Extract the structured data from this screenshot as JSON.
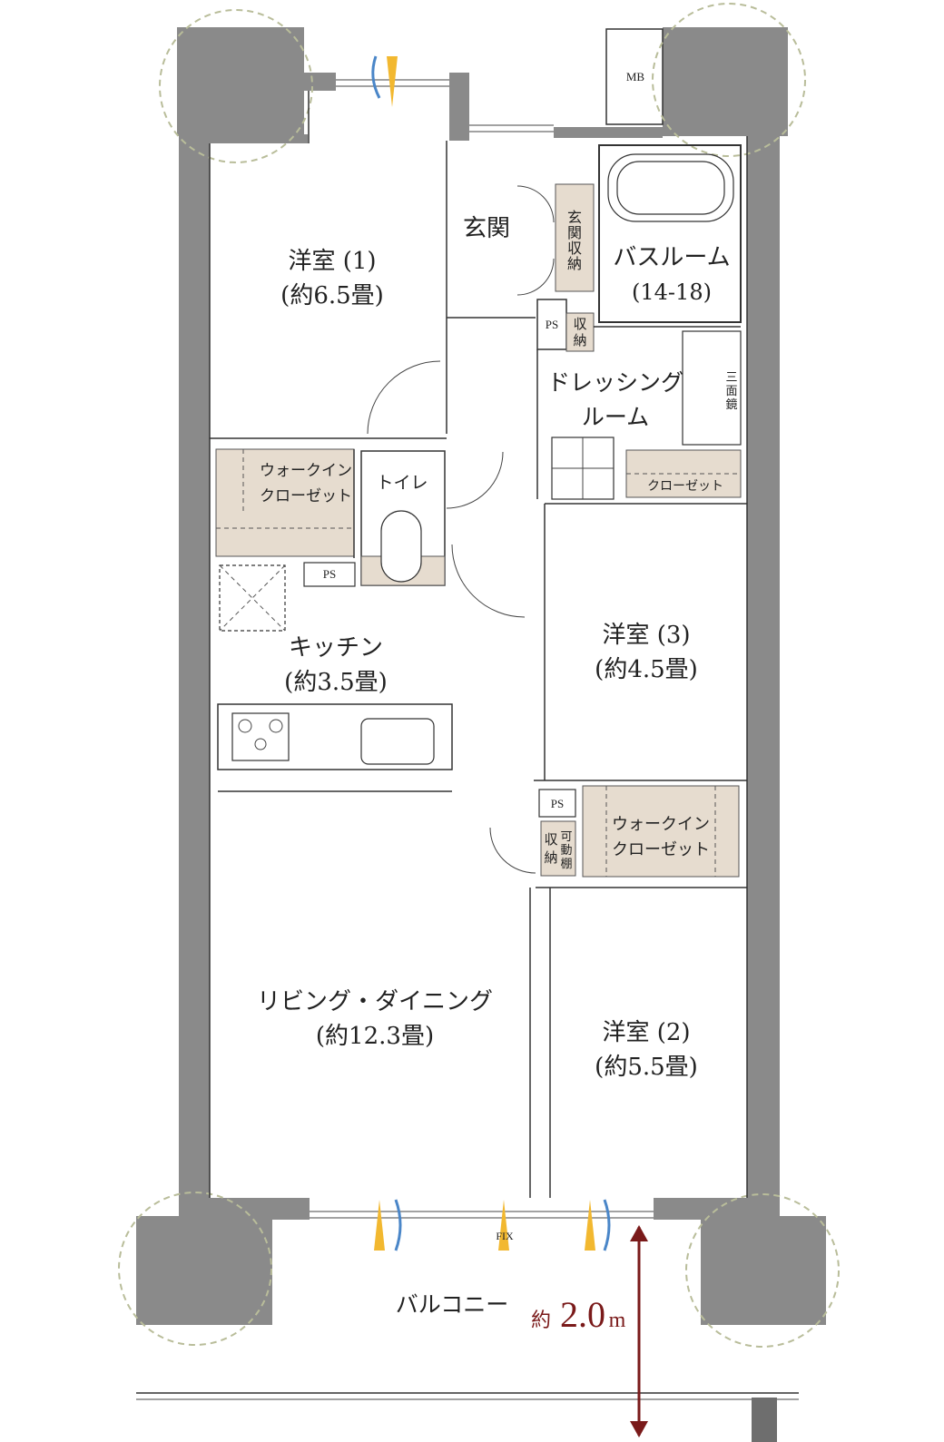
{
  "rooms": {
    "bedroom1": {
      "name": "洋室 (1)",
      "area": "(約6.5畳)"
    },
    "genkan": {
      "name": "玄関"
    },
    "genkan_storage": {
      "chars": [
        "玄",
        "関",
        "収",
        "納"
      ]
    },
    "bathroom": {
      "name": "バスルーム",
      "size": "(14-18)"
    },
    "ps_top": {
      "name": "PS"
    },
    "storage_small": {
      "chars": [
        "収",
        "納"
      ]
    },
    "dressing": {
      "line1": "ドレッシング",
      "line2": "ルーム"
    },
    "mirror": {
      "chars": [
        "三",
        "面",
        "鏡"
      ]
    },
    "closet": {
      "name": "クローゼット"
    },
    "wic1": {
      "line1": "ウォークイン",
      "line2": "クローゼット"
    },
    "toilet": {
      "name": "トイレ"
    },
    "ps_kitchen": {
      "name": "PS"
    },
    "kitchen": {
      "name": "キッチン",
      "area": "(約3.5畳)"
    },
    "bedroom3": {
      "name": "洋室 (3)",
      "area": "(約4.5畳)"
    },
    "ps_mid": {
      "name": "PS"
    },
    "storage_mid": {
      "chars": [
        "収",
        "納"
      ]
    },
    "movable_shelf": {
      "chars": [
        "可",
        "動",
        "棚"
      ]
    },
    "wic2": {
      "line1": "ウォークイン",
      "line2": "クローゼット"
    },
    "living": {
      "name": "リビング・ダイニング",
      "area": "(約12.3畳)"
    },
    "bedroom2": {
      "name": "洋室 (2)",
      "area": "(約5.5畳)"
    },
    "mb": {
      "name": "MB"
    },
    "fix": {
      "name": "FIX"
    },
    "balcony": {
      "name": "バルコニー"
    }
  },
  "balcony_depth": {
    "prefix": "約",
    "value": "2.0",
    "unit": "m"
  },
  "colors": {
    "wall": "#8a8a8a",
    "storage": "#e6dccf",
    "dimension_arrow": "#7a1a1a",
    "ventilation_yellow": "#f2b830",
    "ventilation_blue": "#4a86c8",
    "column_circle": "#b9bd9a"
  }
}
